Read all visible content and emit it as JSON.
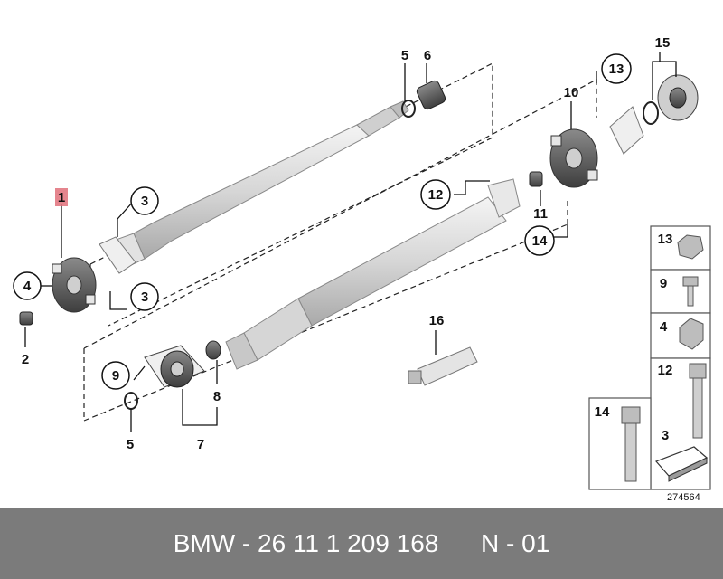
{
  "diagram": {
    "callouts": {
      "c1": "1",
      "c2": "2",
      "c3a": "3",
      "c3b": "3",
      "c4": "4",
      "c5a": "5",
      "c5b": "5",
      "c6": "6",
      "c7": "7",
      "c8": "8",
      "c9": "9",
      "c10": "10",
      "c11": "11",
      "c12": "12",
      "c13": "13",
      "c14": "14",
      "c15": "15",
      "c16": "16"
    },
    "legend": {
      "item13": "13",
      "item9": "9",
      "item4": "4",
      "item12": "12",
      "item3": "3",
      "item14": "14"
    },
    "reference_number": "274564",
    "colors": {
      "highlight_label": "#e0707a",
      "part_fill": "#d9d9d9",
      "part_dark": "#6a6a6a",
      "footer_bg": "#7b7b7b"
    }
  },
  "footer": {
    "caption": "BMW - 26 11 1 209 168      N - 01"
  }
}
